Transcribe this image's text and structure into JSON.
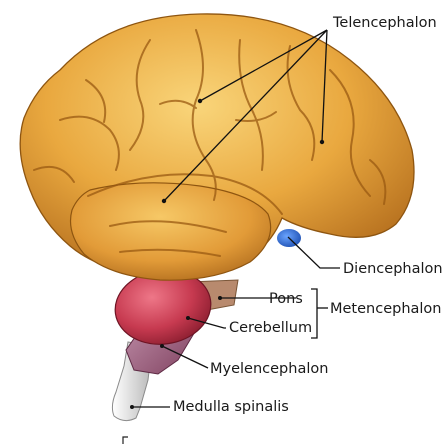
{
  "labels": {
    "telencephalon": "Telencephalon",
    "diencephalon": "Diencephalon",
    "pons": "Pons",
    "cerebellum": "Cerebellum",
    "metencephalon": "Metencephalon",
    "myelencephalon": "Myelencephalon",
    "medulla_spinalis": "Medulla spinalis"
  },
  "colors": {
    "cerebrum": "#e7a43c",
    "cerebrum_light": "#f7cd6a",
    "cerebrum_dark": "#a86414",
    "diencephalon": "#2f6fd6",
    "cerebellum": "#c23a4e",
    "pons": "#b88a6e",
    "myelencephalon": "#9c5a78",
    "medulla_spinalis": "#e4e4e4",
    "leader": "#111111"
  }
}
